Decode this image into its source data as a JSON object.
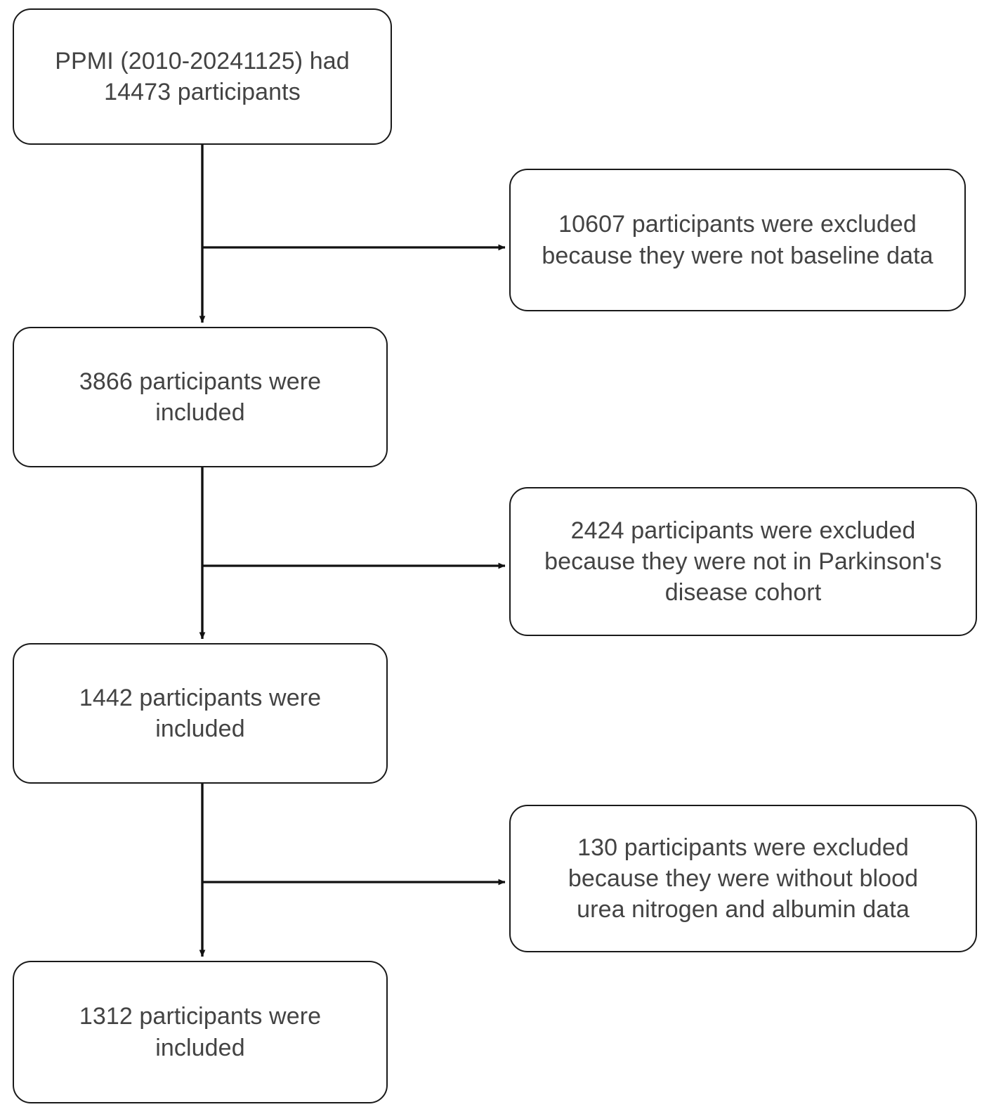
{
  "diagram": {
    "type": "participant-selection-flowchart",
    "stroke_color": "#1a1a1a",
    "text_color": "#434343",
    "background_color": "#ffffff",
    "nodes": {
      "included": [
        {
          "id": "included-1",
          "text": "PPMI  (2010-20241125)   had\n14473 participants",
          "count": 14473
        },
        {
          "id": "included-2",
          "text": "3866 participants were\nincluded",
          "count": 3866
        },
        {
          "id": "included-3",
          "text": "1442 participants were\nincluded",
          "count": 1442
        },
        {
          "id": "included-4",
          "text": "1312 participants were\nincluded",
          "count": 1312
        }
      ],
      "excluded": [
        {
          "id": "excluded-1",
          "text": "10607 participants were excluded\nbecause they were not baseline data",
          "count": 10607
        },
        {
          "id": "excluded-2",
          "text": "2424 participants were excluded\nbecause they were not in Parkinson's\ndisease cohort",
          "count": 2424
        },
        {
          "id": "excluded-3",
          "text": "130 participants were excluded\nbecause they were without blood\nurea nitrogen and albumin data",
          "count": 130
        }
      ]
    }
  }
}
